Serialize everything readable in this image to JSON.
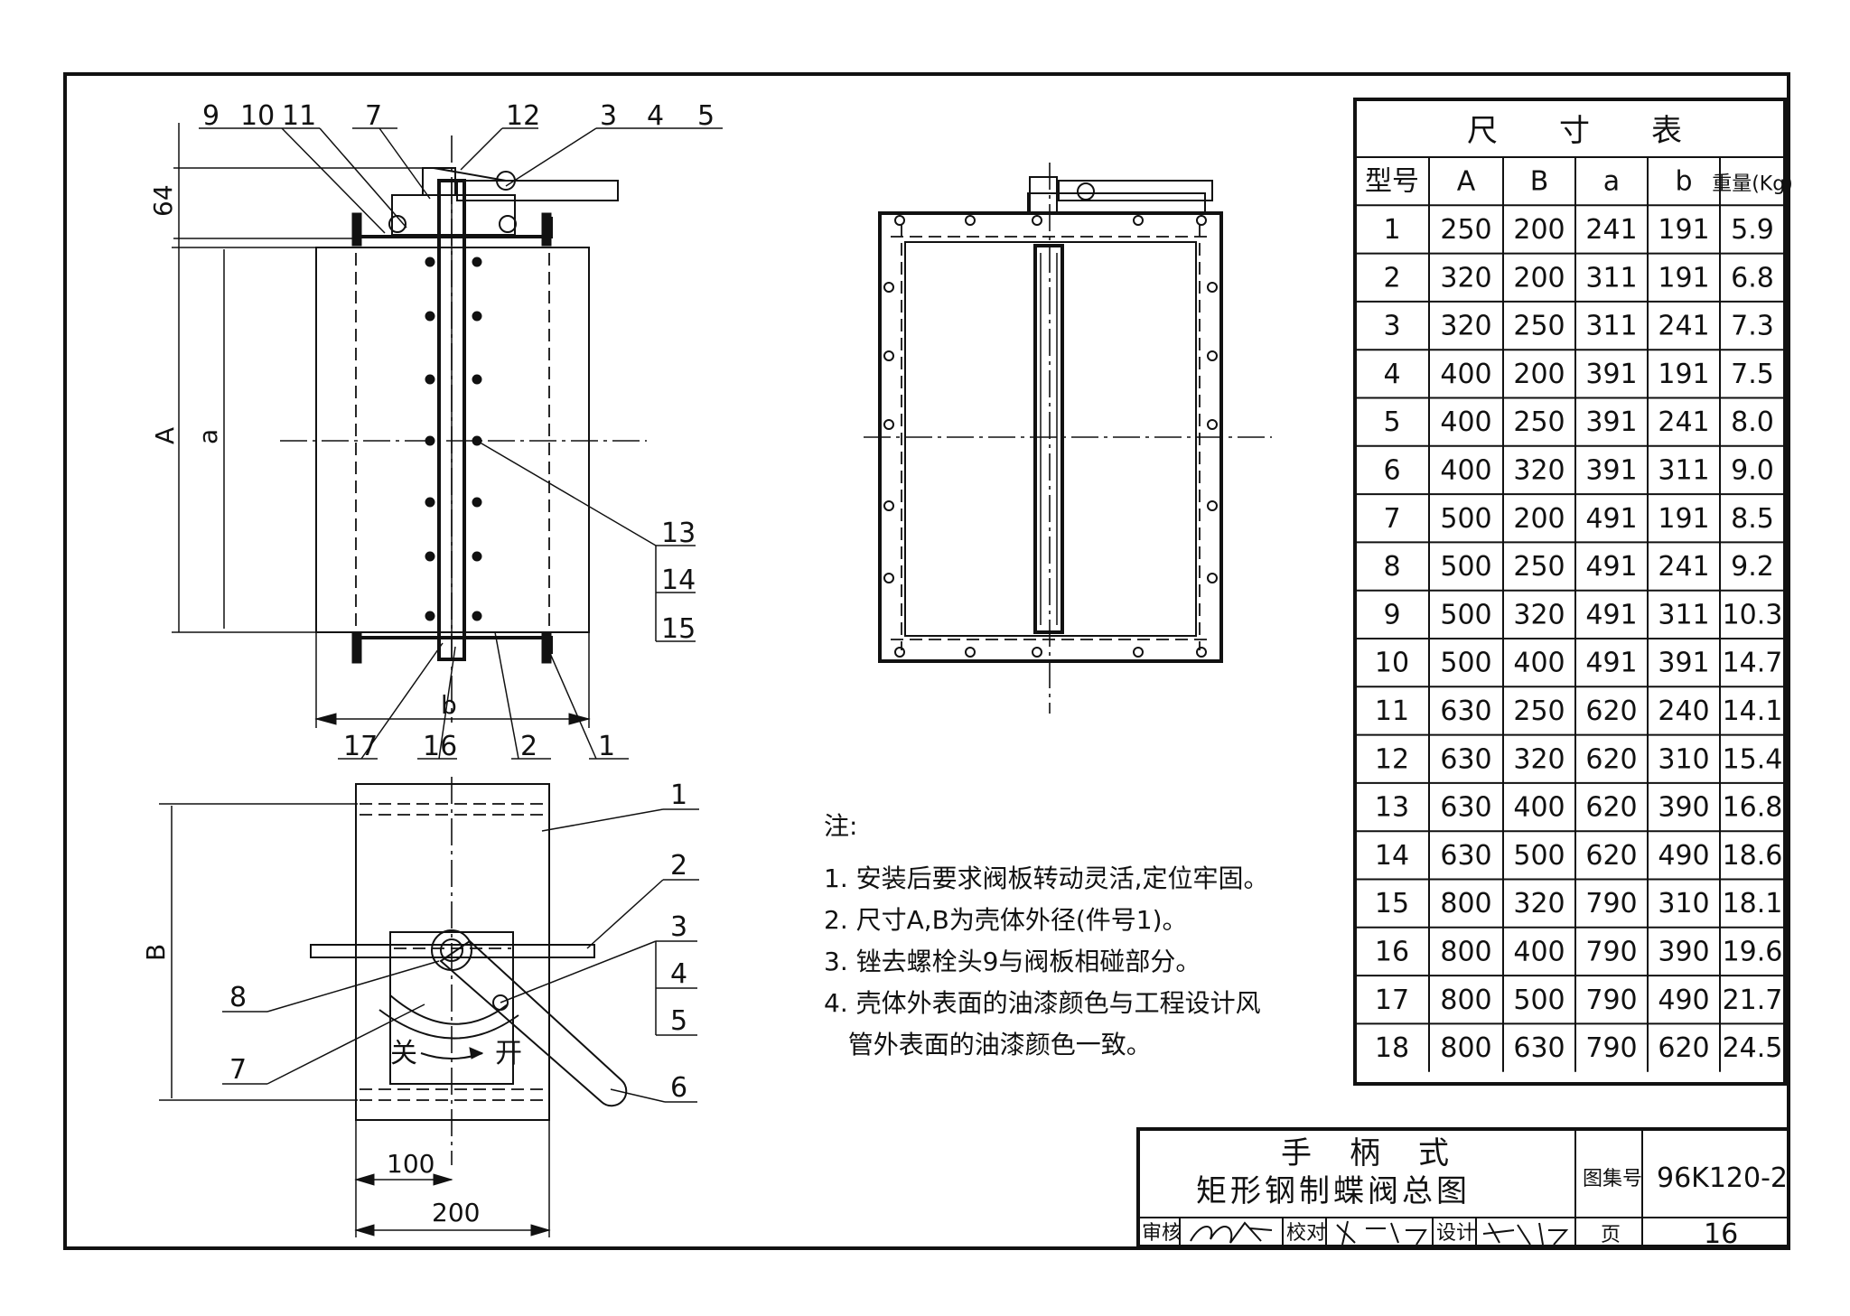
{
  "part_labels": {
    "top_view": [
      "9",
      "10",
      "11",
      "7",
      "12",
      "3",
      "4",
      "5",
      "13",
      "14",
      "15",
      "17",
      "16",
      "2",
      "1"
    ],
    "side_view": [
      "1",
      "2",
      "3",
      "4",
      "5",
      "6",
      "8",
      "7"
    ]
  },
  "dimensions": {
    "d64": "64",
    "A": "A",
    "a": "a",
    "b": "b",
    "B": "B",
    "d100": "100",
    "d200": "200"
  },
  "dial": {
    "close": "关",
    "open": "开"
  },
  "notes": {
    "heading": "注:",
    "items": [
      "1. 安装后要求阀板转动灵活,定位牢固。",
      "2. 尺寸A,B为壳体外径(件号1)。",
      "3. 锉去螺栓头9与阀板相碰部分。",
      "4. 壳体外表面的油漆颜色与工程设计风",
      "   管外表面的油漆颜色一致。"
    ]
  },
  "size_table": {
    "title": "尺　　寸　　表",
    "headers": [
      "型号",
      "A",
      "B",
      "a",
      "b",
      "重量(Kg)"
    ],
    "rows": [
      [
        "1",
        "250",
        "200",
        "241",
        "191",
        "5.9"
      ],
      [
        "2",
        "320",
        "200",
        "311",
        "191",
        "6.8"
      ],
      [
        "3",
        "320",
        "250",
        "311",
        "241",
        "7.3"
      ],
      [
        "4",
        "400",
        "200",
        "391",
        "191",
        "7.5"
      ],
      [
        "5",
        "400",
        "250",
        "391",
        "241",
        "8.0"
      ],
      [
        "6",
        "400",
        "320",
        "391",
        "311",
        "9.0"
      ],
      [
        "7",
        "500",
        "200",
        "491",
        "191",
        "8.5"
      ],
      [
        "8",
        "500",
        "250",
        "491",
        "241",
        "9.2"
      ],
      [
        "9",
        "500",
        "320",
        "491",
        "311",
        "10.3"
      ],
      [
        "10",
        "500",
        "400",
        "491",
        "391",
        "14.7"
      ],
      [
        "11",
        "630",
        "250",
        "620",
        "240",
        "14.1"
      ],
      [
        "12",
        "630",
        "320",
        "620",
        "310",
        "15.4"
      ],
      [
        "13",
        "630",
        "400",
        "620",
        "390",
        "16.8"
      ],
      [
        "14",
        "630",
        "500",
        "620",
        "490",
        "18.6"
      ],
      [
        "15",
        "800",
        "320",
        "790",
        "310",
        "18.1"
      ],
      [
        "16",
        "800",
        "400",
        "790",
        "390",
        "19.6"
      ],
      [
        "17",
        "800",
        "500",
        "790",
        "490",
        "21.7"
      ],
      [
        "18",
        "800",
        "630",
        "790",
        "620",
        "24.5"
      ]
    ]
  },
  "title_block": {
    "title_line1": "手　柄　式",
    "title_line2": "矩形钢制蝶阀总图",
    "atlas_label": "图集号",
    "atlas_no": "96K120-2",
    "review": "审核",
    "check": "校对",
    "design": "设计",
    "page_label": "页",
    "page_no": "16"
  }
}
